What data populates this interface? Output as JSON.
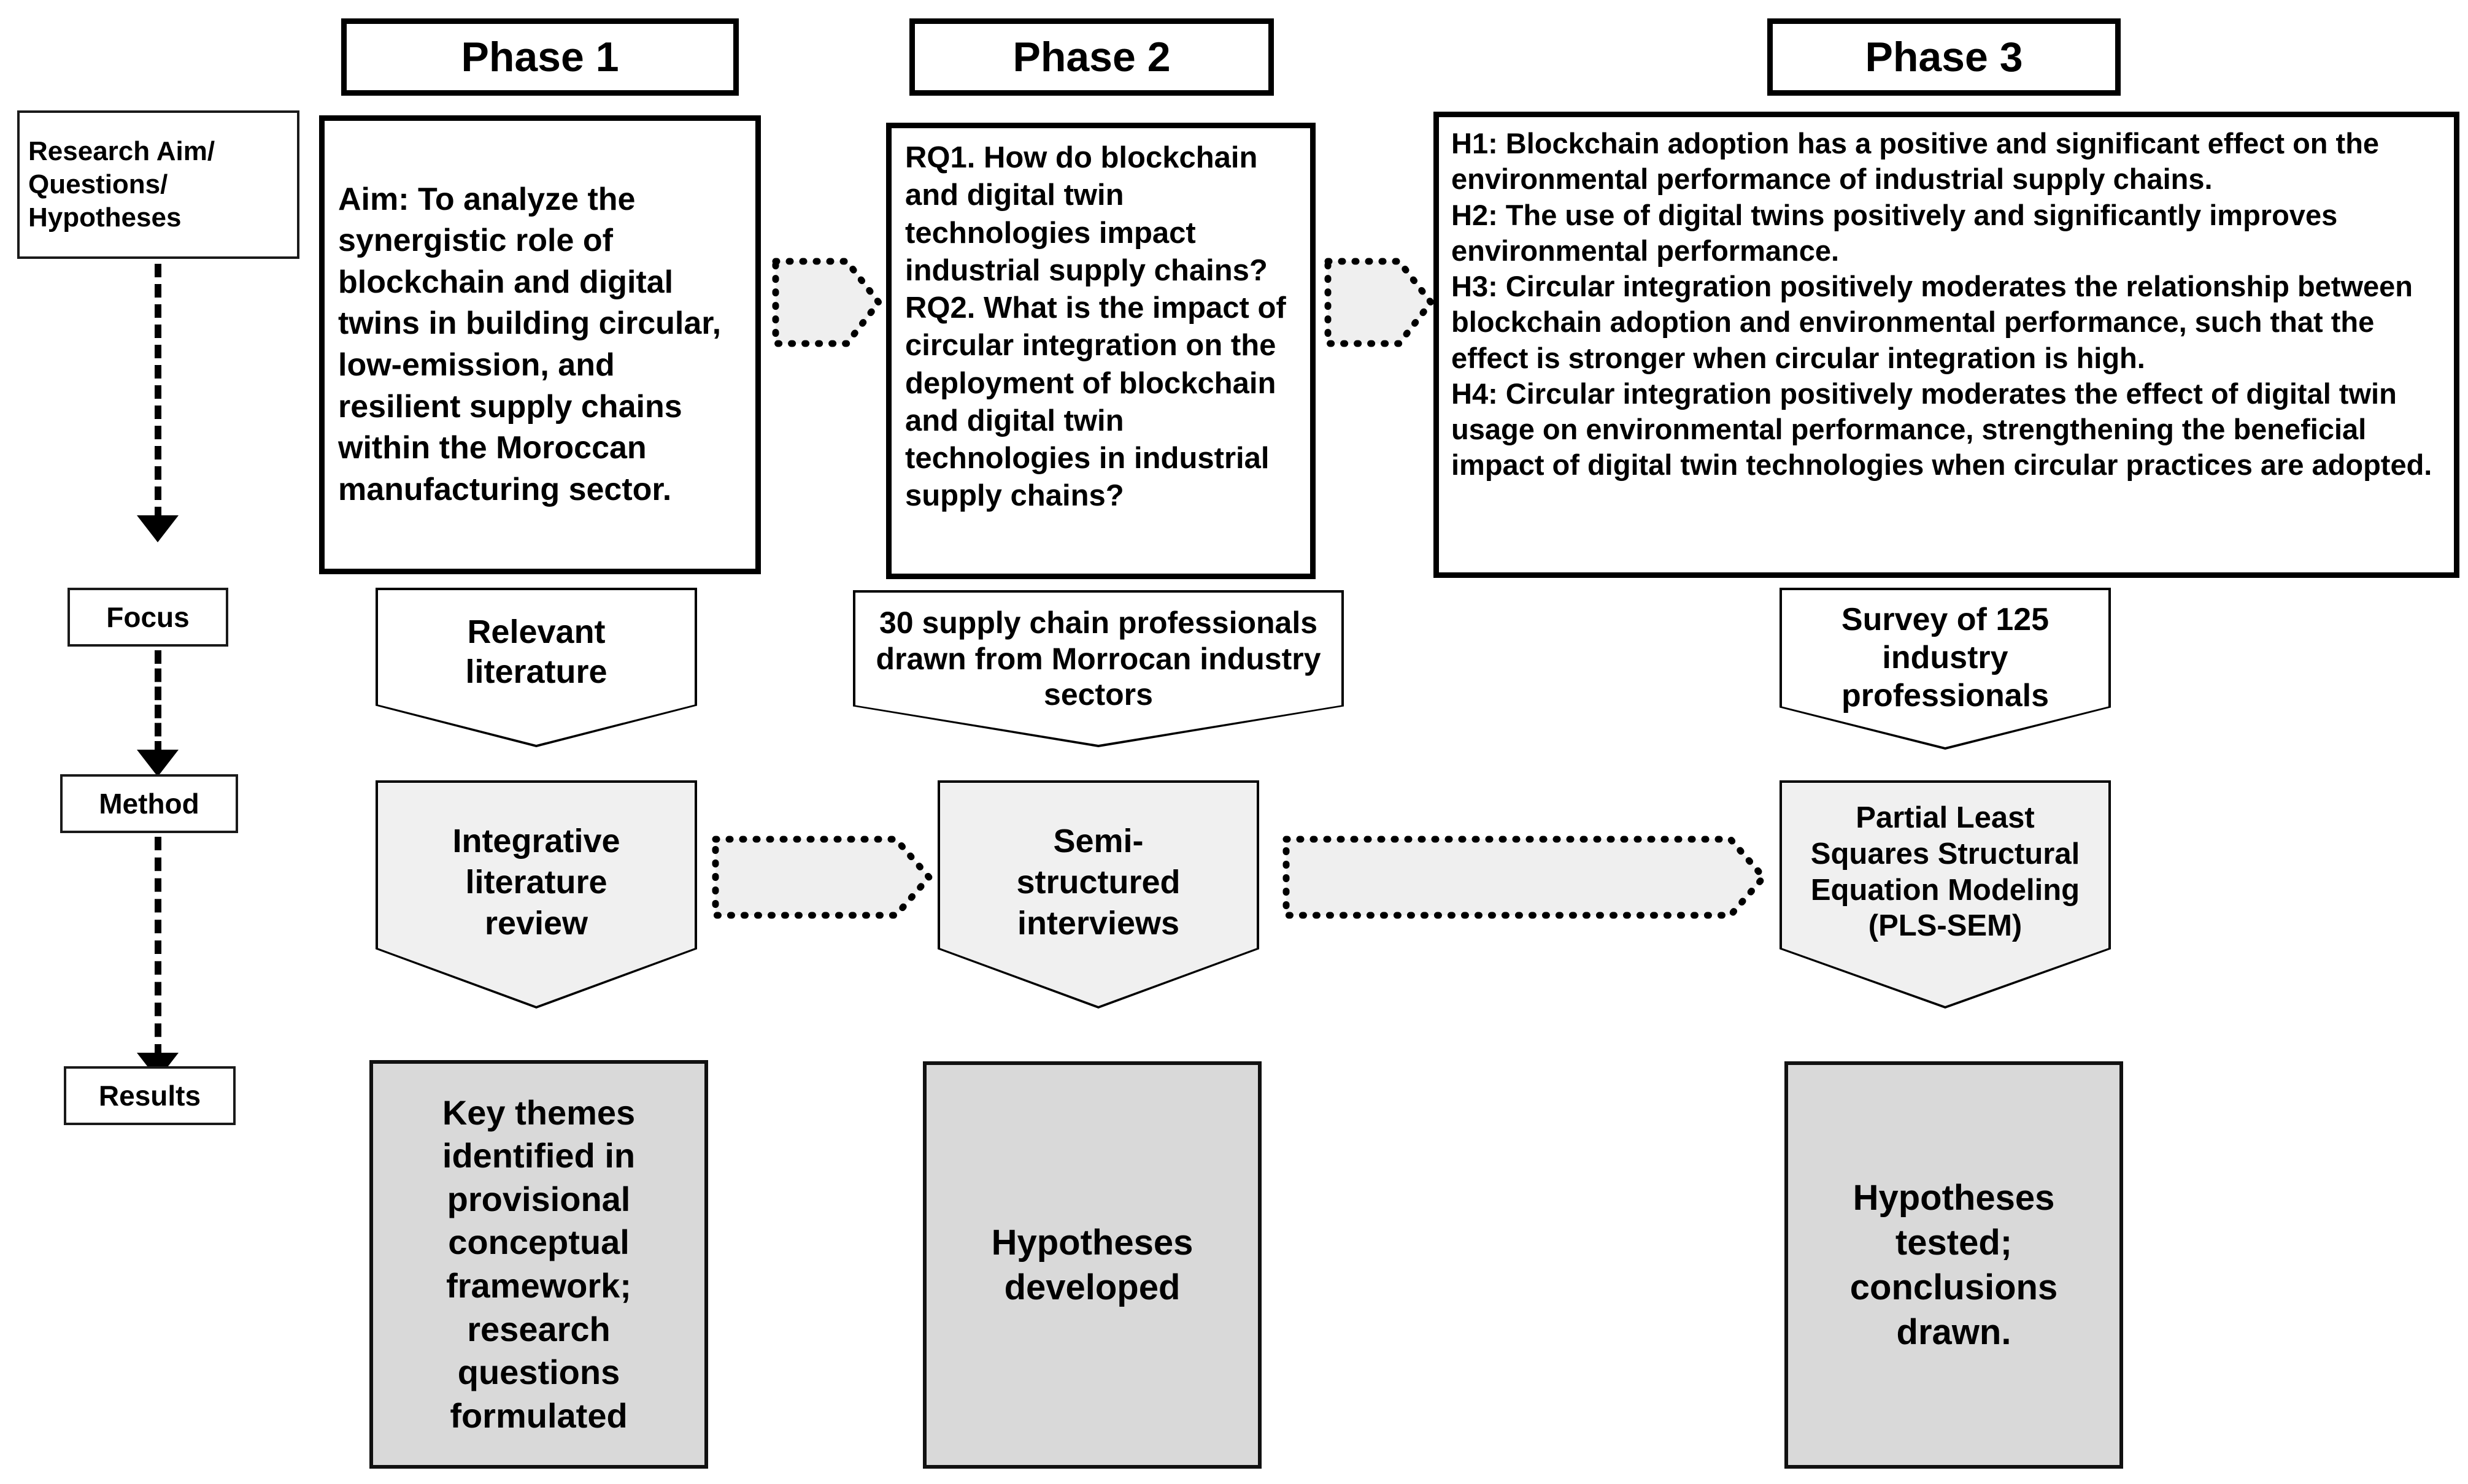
{
  "diagram": {
    "title": "Research design: three-phase mixed-methods flowchart",
    "colors": {
      "outline": "#000000",
      "page_background": "#ffffff",
      "method_fill": "#f0f0f0",
      "results_fill": "#d9d9d9",
      "connector_fill": "#efefef",
      "connector_stroke": "#000000"
    }
  },
  "stages": [
    {
      "label": "Research Aim/\nQuestions/\nHypotheses",
      "name": "research-aim-questions-hypotheses"
    },
    {
      "label": "Focus",
      "name": "focus"
    },
    {
      "label": "Method",
      "name": "method"
    },
    {
      "label": "Results",
      "name": "results"
    }
  ],
  "stage_labels": {
    "aim_line1": "Research Aim/",
    "aim_line2": "Questions/",
    "aim_line3": "Hypotheses",
    "focus": "Focus",
    "method": "Method",
    "results": "Results"
  },
  "phases": {
    "phase1": {
      "header": "Phase 1",
      "statement": "Aim: To analyze the synergistic role of blockchain and digital twins in building circular, low-emission, and resilient supply chains within the Moroccan manufacturing sector.",
      "focus": "Relevant literature",
      "method": "Integrative literature review",
      "results": "Key themes identified in provisional conceptual framework; research questions formulated"
    },
    "phase2": {
      "header": "Phase 2",
      "statement_rq1": "RQ1. How do blockchain and digital twin technologies impact industrial supply chains?",
      "statement_rq2": "RQ2. What is the impact of circular integration on the deployment of blockchain and digital twin technologies in industrial supply chains?",
      "focus": "30 supply chain professionals drawn from Morrocan industry sectors",
      "method": "Semi-structured interviews",
      "results": "Hypotheses developed"
    },
    "phase3": {
      "header": "Phase 3",
      "hypotheses": [
        "H1: Blockchain adoption has a positive and significant effect on the environmental performance of industrial supply chains.",
        "H2: The use of digital twins positively and significantly improves environmental performance.",
        "H3: Circular integration positively moderates the relationship between blockchain adoption and environmental performance, such that the effect is stronger when circular integration is high.",
        "H4: Circular integration positively moderates the effect of digital twin usage on environmental performance, strengthening the beneficial impact of digital twin technologies when circular practices are adopted."
      ],
      "focus": "Survey of 125 industry professionals",
      "method": "Partial Least Squares Structural Equation Modeling (PLS-SEM)",
      "results": "Hypotheses tested; conclusions drawn."
    }
  },
  "connectors": {
    "top_p1_p2": "dotted-arrow-phase1-to-phase2",
    "top_p2_p3": "dotted-arrow-phase2-to-phase3",
    "method_p1_p2": "dotted-arrow-method1-to-method2",
    "method_p2_p3": "dotted-arrow-method2-to-method3"
  }
}
